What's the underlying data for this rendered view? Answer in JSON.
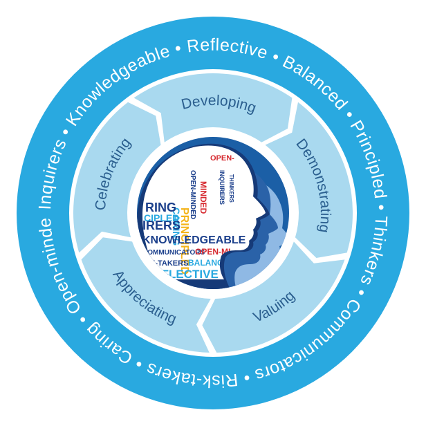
{
  "colors": {
    "outer_ring": "#29a9e0",
    "segment": "#a9d9ef",
    "segment_stroke": "#ffffff",
    "segment_text": "#2b5f8f",
    "center_bg": "#1b5fa6",
    "silhouette_front": "#163a78",
    "silhouette_mid": "#2a62a8",
    "silhouette_back": "#8fb9e4"
  },
  "outer_text": "Inquirers • Knowledgeable • Reflective • Balanced • Principled • Thinkers • Communicators • Risk-takers • Caring • Open-minded •",
  "segments": [
    {
      "label": "Developing"
    },
    {
      "label": "Demonstrating"
    },
    {
      "label": "Valuing"
    },
    {
      "label": "Appreciating"
    },
    {
      "label": "Celebrating"
    }
  ],
  "word_cloud": [
    {
      "text": "PRINCIPLED",
      "color": "#f4b41a"
    },
    {
      "text": "OPEN-MINDED",
      "color": "#1b3f8b"
    },
    {
      "text": "INQUIRERS",
      "color": "#1b3f8b"
    },
    {
      "text": "THINKERS",
      "color": "#1b3f8b"
    },
    {
      "text": "CARING",
      "color": "#29a9e0"
    },
    {
      "text": "IRERS",
      "color": "#1b3f8b"
    },
    {
      "text": "RING",
      "color": "#1b3f8b"
    },
    {
      "text": "CIPLED",
      "color": "#29a9e0"
    },
    {
      "text": "KNOWLEDGEABLE",
      "color": "#1b3f8b"
    },
    {
      "text": "COMMUNICATORS",
      "color": "#1b3f8b"
    },
    {
      "text": "OPEN-MI",
      "color": "#d6282e"
    },
    {
      "text": "ISK-TAKERS",
      "color": "#1b3f8b"
    },
    {
      "text": "BALANCE",
      "color": "#29a9e0"
    },
    {
      "text": "REFLECTIVE",
      "color": "#29a9e0"
    },
    {
      "text": "PRINCIPL",
      "color": "#7a2a8c"
    },
    {
      "text": "OPEN-",
      "color": "#d6282e"
    },
    {
      "text": "MINDED",
      "color": "#d6282e"
    }
  ]
}
